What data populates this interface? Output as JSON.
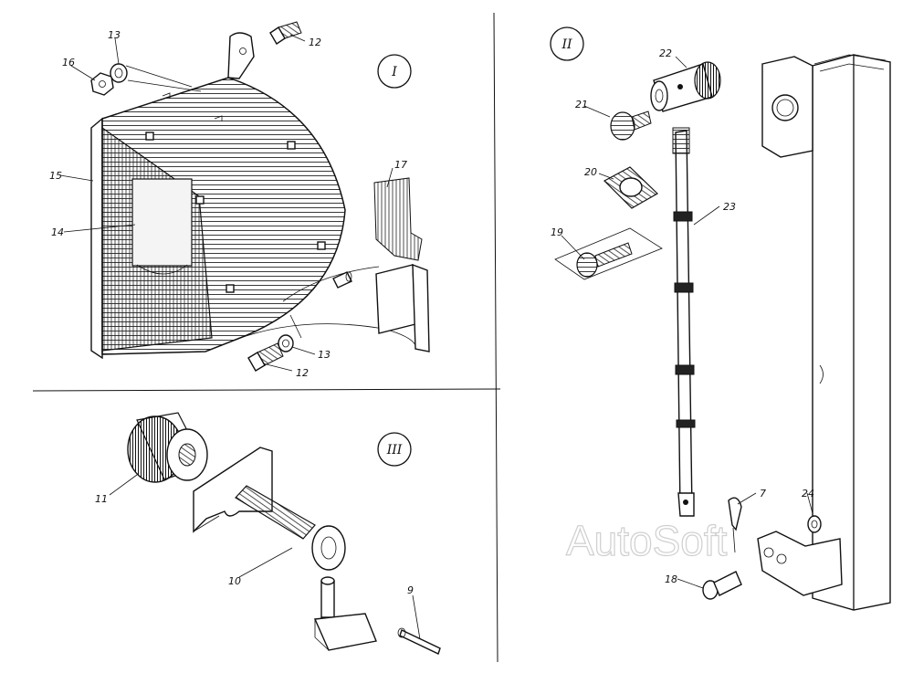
{
  "sections": [
    {
      "id": "I",
      "label": "I"
    },
    {
      "id": "II",
      "label": "II"
    },
    {
      "id": "III",
      "label": "III"
    }
  ],
  "callouts": {
    "c7": "7",
    "c9": "9",
    "c10": "10",
    "c11": "11",
    "c12a": "12",
    "c12b": "12",
    "c13a": "13",
    "c13b": "13",
    "c14": "14",
    "c15": "15",
    "c16": "16",
    "c17": "17",
    "c18": "18",
    "c19": "19",
    "c20": "20",
    "c21": "21",
    "c22": "22",
    "c23": "23",
    "c24": "24"
  },
  "watermark": "AutoSoft"
}
